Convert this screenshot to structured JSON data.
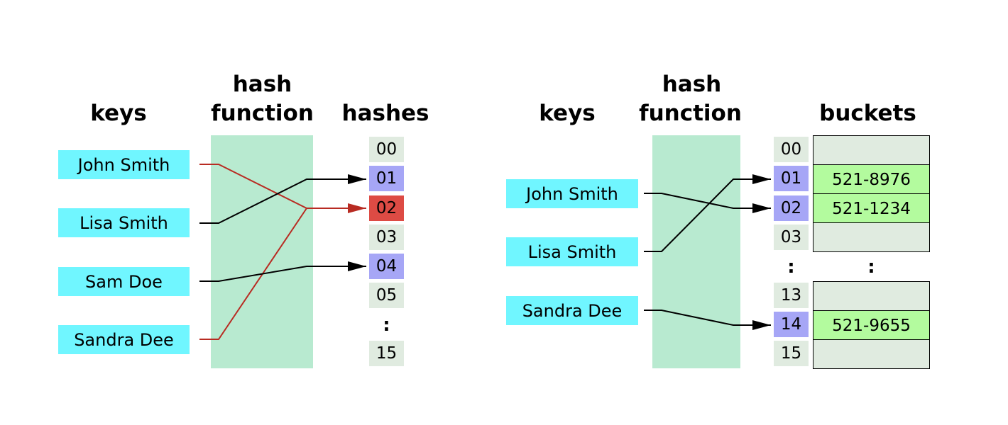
{
  "colors": {
    "key_bg": "#70f6ff",
    "function_bg": "#b8ead0",
    "slot_default": "#e0ebe0",
    "slot_hit": "#a6a6f6",
    "slot_collision": "#dd4b44",
    "bucket_filled": "#b3fb9e",
    "bucket_empty": "#e0ebe0",
    "wire": "#000000",
    "wire_collision": "#b82b22"
  },
  "left": {
    "headers": {
      "keys": "keys",
      "function_top": "hash",
      "function_bottom": "function",
      "hashes": "hashes"
    },
    "keys": [
      "John Smith",
      "Lisa Smith",
      "Sam Doe",
      "Sandra Dee"
    ],
    "slots": [
      {
        "label": "00",
        "state": "default"
      },
      {
        "label": "01",
        "state": "hit"
      },
      {
        "label": "02",
        "state": "collision"
      },
      {
        "label": "03",
        "state": "default"
      },
      {
        "label": "04",
        "state": "hit"
      },
      {
        "label": "05",
        "state": "default"
      },
      {
        "label": "15",
        "state": "default"
      }
    ],
    "ellipsis": ":",
    "mappings": [
      {
        "key": "John Smith",
        "slot": "02",
        "collision": true
      },
      {
        "key": "Lisa Smith",
        "slot": "01",
        "collision": false
      },
      {
        "key": "Sam Doe",
        "slot": "04",
        "collision": false
      },
      {
        "key": "Sandra Dee",
        "slot": "02",
        "collision": true
      }
    ]
  },
  "right": {
    "headers": {
      "keys": "keys",
      "function_top": "hash",
      "function_bottom": "function",
      "buckets": "buckets"
    },
    "keys": [
      "John Smith",
      "Lisa Smith",
      "Sandra Dee"
    ],
    "slots": [
      {
        "label": "00",
        "state": "default",
        "bucket": ""
      },
      {
        "label": "01",
        "state": "hit",
        "bucket": "521-8976"
      },
      {
        "label": "02",
        "state": "hit",
        "bucket": "521-1234"
      },
      {
        "label": "03",
        "state": "default",
        "bucket": ""
      },
      {
        "label": "13",
        "state": "default",
        "bucket": ""
      },
      {
        "label": "14",
        "state": "hit",
        "bucket": "521-9655"
      },
      {
        "label": "15",
        "state": "default",
        "bucket": ""
      }
    ],
    "ellipsis": ":",
    "bucket_ellipsis": ":",
    "mappings": [
      {
        "key": "John Smith",
        "slot": "02"
      },
      {
        "key": "Lisa Smith",
        "slot": "01"
      },
      {
        "key": "Sandra Dee",
        "slot": "14"
      }
    ]
  }
}
